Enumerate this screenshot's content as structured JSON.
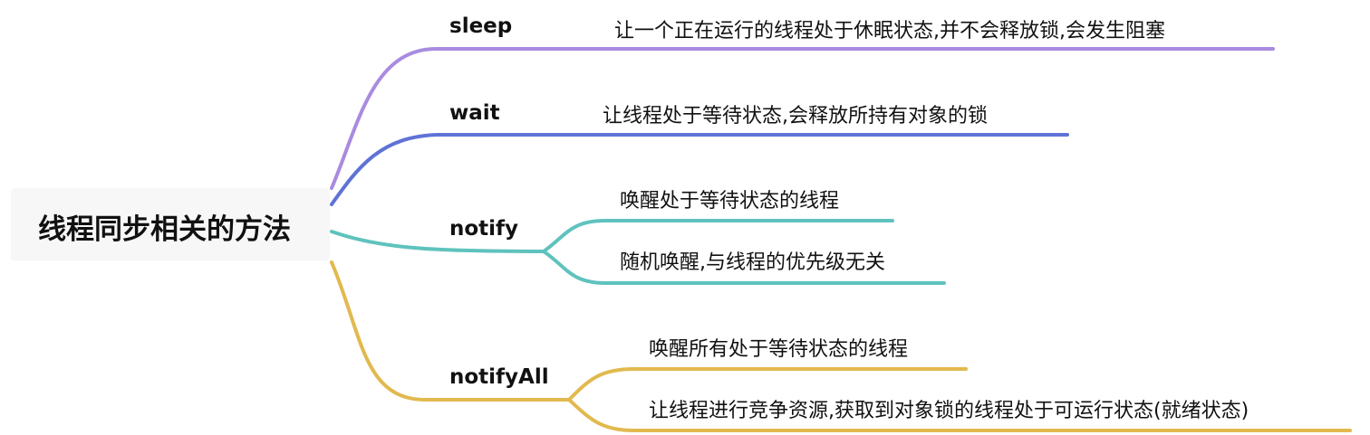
{
  "title": "线程同步相关的方法",
  "branches": [
    {
      "label": "sleep",
      "color": "#a98be0",
      "leaves": [
        "让一个正在运行的线程处于休眠状态,并不会释放锁,会发生阻塞"
      ]
    },
    {
      "label": "wait",
      "color": "#5f73d6",
      "leaves": [
        "让线程处于等待状态,会释放所持有对象的锁"
      ]
    },
    {
      "label": "notify",
      "color": "#5fc2bd",
      "leaves": [
        "唤醒处于等待状态的线程",
        "随机唤醒,与线程的优先级无关"
      ]
    },
    {
      "label": "notifyAll",
      "color": "#e2b94f",
      "leaves": [
        "唤醒所有处于等待状态的线程",
        "让线程进行竞争资源,获取到对象锁的线程处于可运行状态(就绪状态)"
      ]
    }
  ]
}
